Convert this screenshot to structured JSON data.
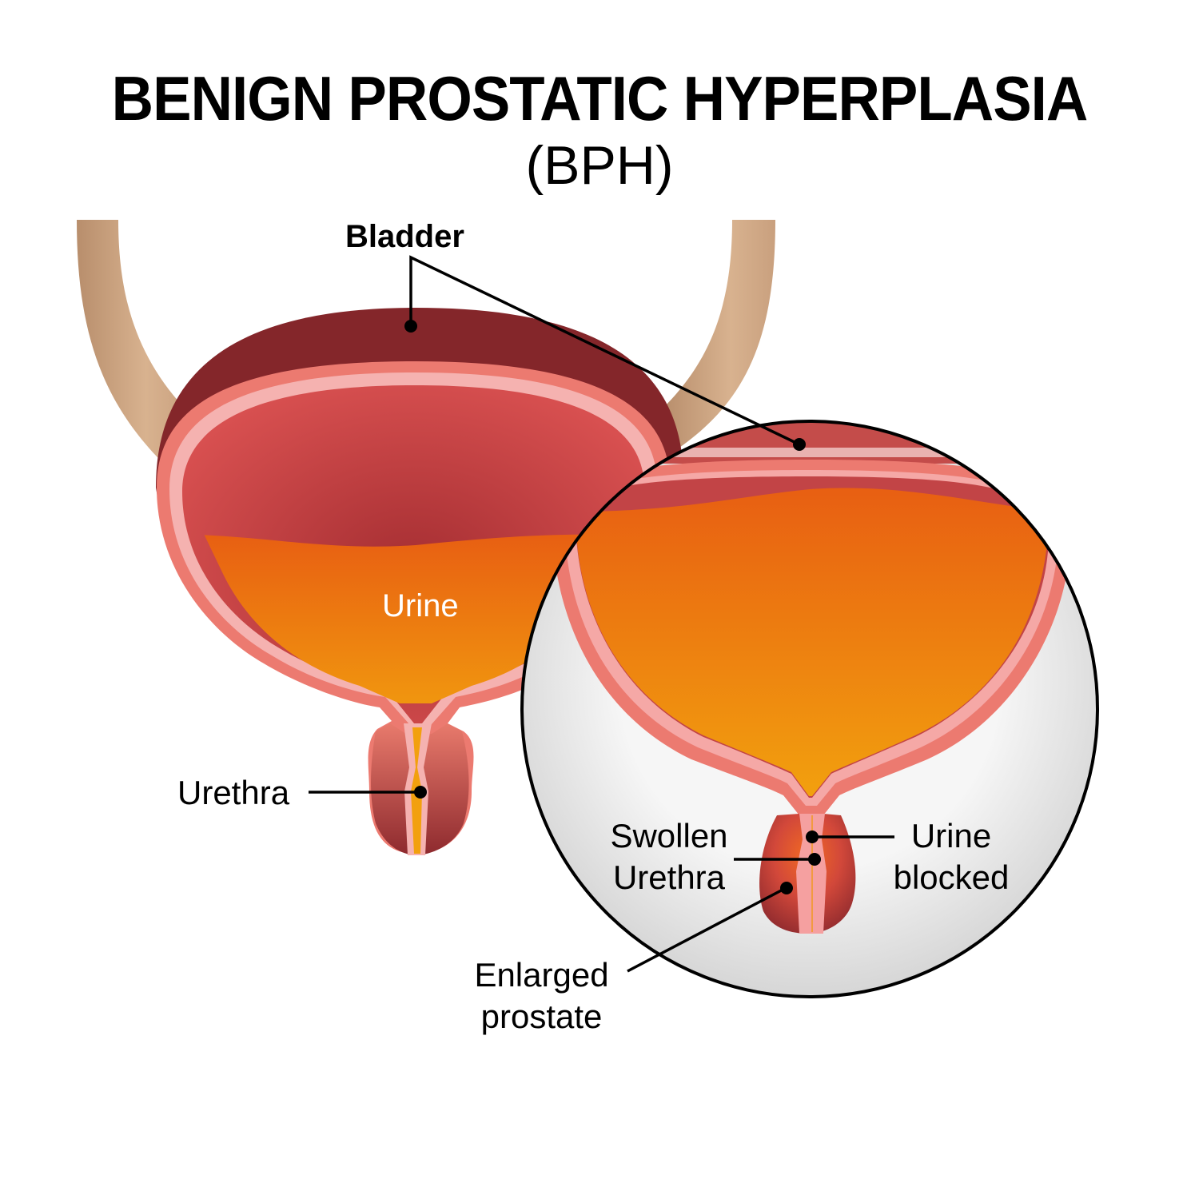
{
  "title": {
    "main": "BENIGN PROSTATIC HYPERPLASIA",
    "sub": "(BPH)"
  },
  "labels": {
    "bladder": "Bladder",
    "urine": "Urine",
    "urethra": "Urethra",
    "swollen_urethra_line1": "Swollen",
    "swollen_urethra_line2": "Urethra",
    "urine_blocked_line1": "Urine",
    "urine_blocked_line2": "blocked",
    "enlarged_prostate_line1": "Enlarged",
    "enlarged_prostate_line2": "prostate"
  },
  "colors": {
    "bladder_outer": "#84262a",
    "bladder_inner": "#b63a3c",
    "wall": "#ec7a70",
    "wall_light": "#f5b2b0",
    "urine_top": "#e85f12",
    "urine_bottom": "#f09a10",
    "ureter": "#c9a07e",
    "magnifier_bg": "#ececec",
    "leader": "#000000"
  }
}
